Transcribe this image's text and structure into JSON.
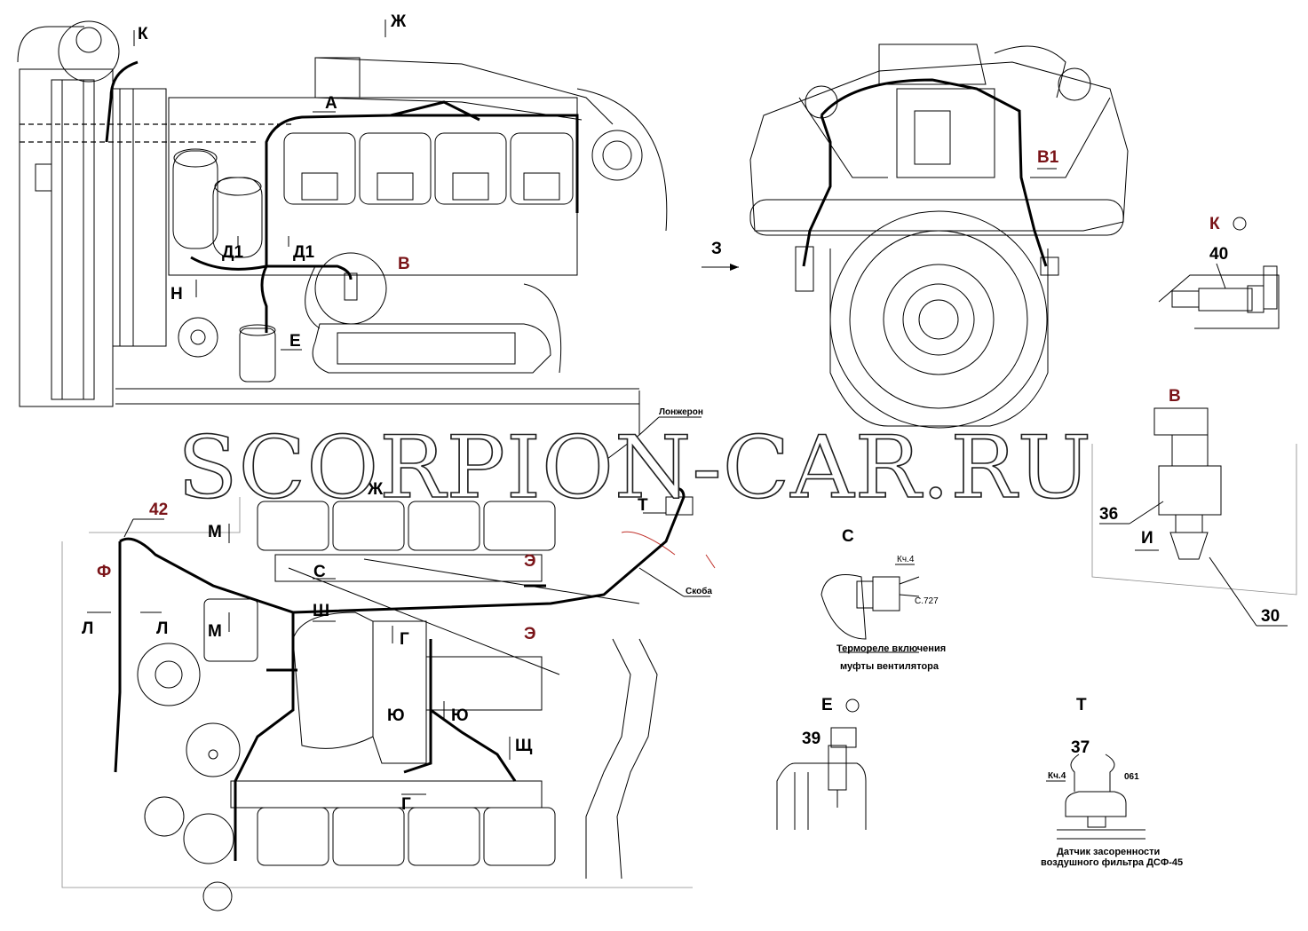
{
  "colors": {
    "label_dark_red": "#7a1418",
    "line": "#000000",
    "light_line": "#888888"
  },
  "labels": {
    "K1": "К",
    "ZH1": "Ж",
    "A": "А",
    "D1a": "Д1",
    "D1b": "Д1",
    "V_top": "В",
    "N": "Н",
    "E_top": "Е",
    "Z": "З",
    "V1": "В1",
    "K2": "К",
    "ZH2": "Ж",
    "T_top": "Т",
    "M1": "М",
    "F": "Ф",
    "L1": "Л",
    "L2": "Л",
    "M2": "М",
    "S1": "С",
    "E1": "Э",
    "SH": "Ш",
    "G1": "Г",
    "E2": "Э",
    "YU1": "Ю",
    "YU2": "Ю",
    "SHCH": "Щ",
    "G2": "Г",
    "S_detail": "С",
    "V_detail": "В",
    "I": "И",
    "E_detail": "Е",
    "T_detail": "Т"
  },
  "numbers": {
    "n40": "40",
    "n42": "42",
    "n36": "36",
    "n30": "30",
    "n39": "39",
    "n37": "37"
  },
  "annotations": {
    "longeron": "Лонжерон",
    "skoba": "Скоба",
    "kch4_a": "Кч.4",
    "c727": "С.727",
    "thermo1": "Термореле включения",
    "thermo2": "муфты вентилятора",
    "kch4_b": "Кч.4",
    "n061": "061",
    "sensor1": "Датчик засоренности",
    "sensor2": "воздушного фильтра ДСФ-45"
  },
  "watermark": "SCORPION-CAR.RU"
}
